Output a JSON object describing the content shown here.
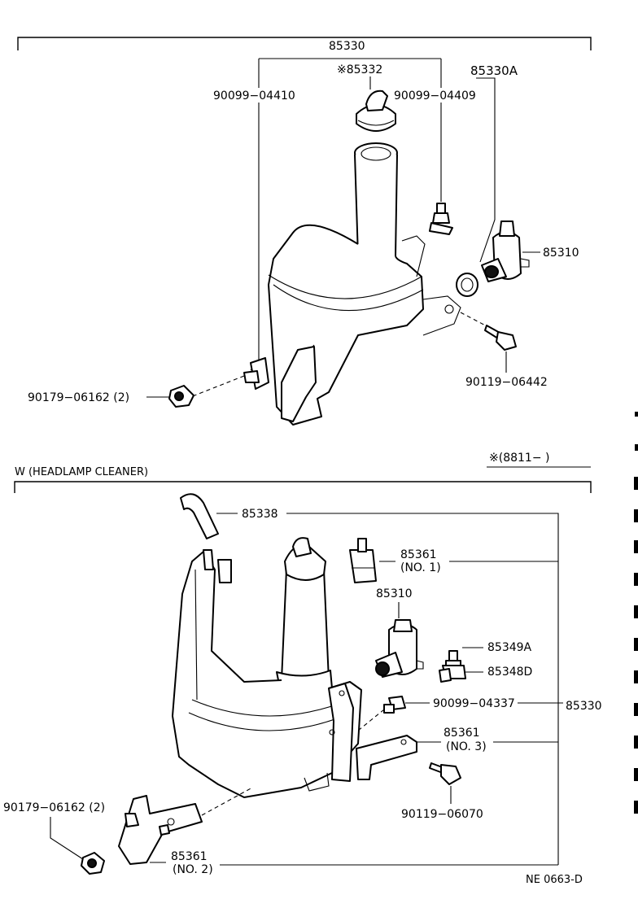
{
  "diagram": {
    "top": {
      "assembly": "85330",
      "parts": {
        "cap": "※85332",
        "pump_seal": "85330A",
        "clip_left": "90099−04410",
        "clip_right": "90099−04409",
        "pump": "85310",
        "bolt": "90119−06442",
        "nut": "90179−06162 (2)"
      }
    },
    "note": "※(8811−      )",
    "bottom": {
      "section_title": "W (HEADLAMP CLEANER)",
      "assembly": "85330",
      "parts": {
        "hose": "85338",
        "valve_1_no": "85361",
        "valve_1_sub": "(NO. 1)",
        "pump": "85310",
        "joint_a": "85349A",
        "joint_d": "85348D",
        "clip": "90099−04337",
        "bracket_3_no": "85361",
        "bracket_3_sub": "(NO. 3)",
        "bolt": "90119−06070",
        "nut": "90179−06162 (2)",
        "bracket_2_no": "85361",
        "bracket_2_sub": "(NO. 2)"
      }
    },
    "figure_code": "NE 0663-D"
  }
}
